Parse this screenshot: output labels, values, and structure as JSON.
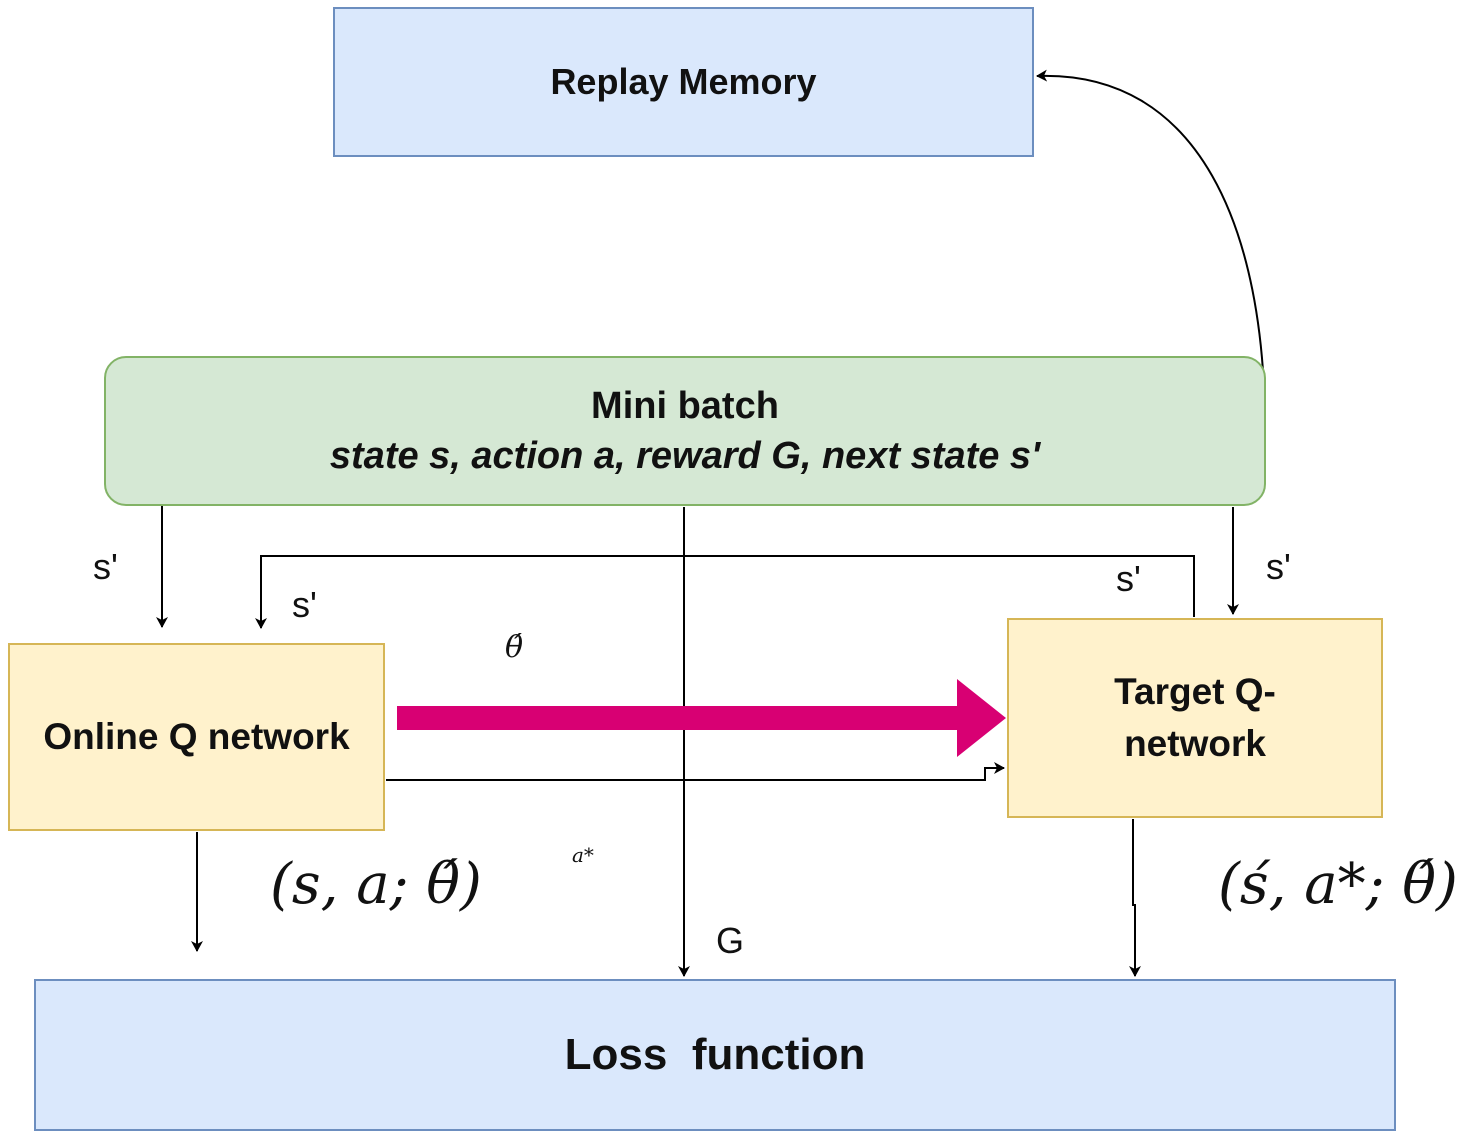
{
  "nodes": {
    "replay_memory": "Replay Memory",
    "mini_batch_title": "Mini batch",
    "mini_batch_subtitle": "state s, action a, reward G, next state s'",
    "online_q": "Online Q network",
    "target_q": "Target Q-network",
    "loss": "Loss  function"
  },
  "edge_labels": {
    "s_prime_left": "s'",
    "s_prime_feedback": "s'",
    "s_prime_target_feedback": "s'",
    "s_prime_right": "s'",
    "theta_prime": "θ́",
    "a_star": "a*",
    "reward_g": "G"
  },
  "expressions": {
    "online_q_expr": "(s, a; θ́)",
    "target_q_expr": "(ś, a*; θ́)"
  },
  "colors": {
    "blue_fill": "#dae8fc",
    "green_fill": "#d5e8d4",
    "yellow_fill": "#fff2cc",
    "weight_arrow": "#d80073"
  }
}
